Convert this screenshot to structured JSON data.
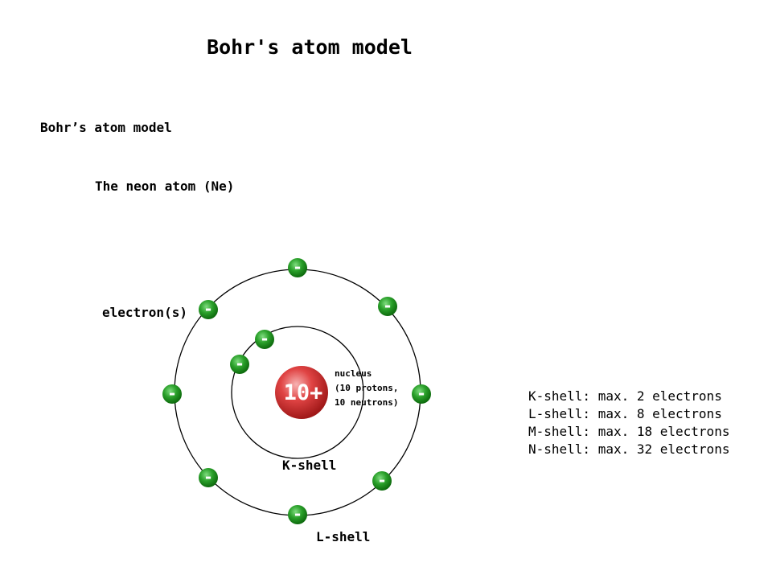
{
  "title": "Bohr's atom model",
  "subtitle": "Bohr’s atom model",
  "atom_name": "The neon atom (Ne)",
  "labels": {
    "electron": "electron(s)",
    "k_shell": "K-shell",
    "l_shell": "L-shell"
  },
  "nucleus": {
    "charge": "10+",
    "label_lines": [
      "nucleus",
      "(10 protons,",
      "10 neutrons)"
    ]
  },
  "electron_symbol": "-",
  "shell_capacities": [
    "K-shell: max. 2 electrons",
    "L-shell: max. 8 electrons",
    "M-shell: max. 18 electrons",
    "N-shell: max. 32 electrons"
  ],
  "colors": {
    "electron": "#1e8c1e",
    "nucleus": "#d42a2a",
    "orbit": "#000000"
  }
}
